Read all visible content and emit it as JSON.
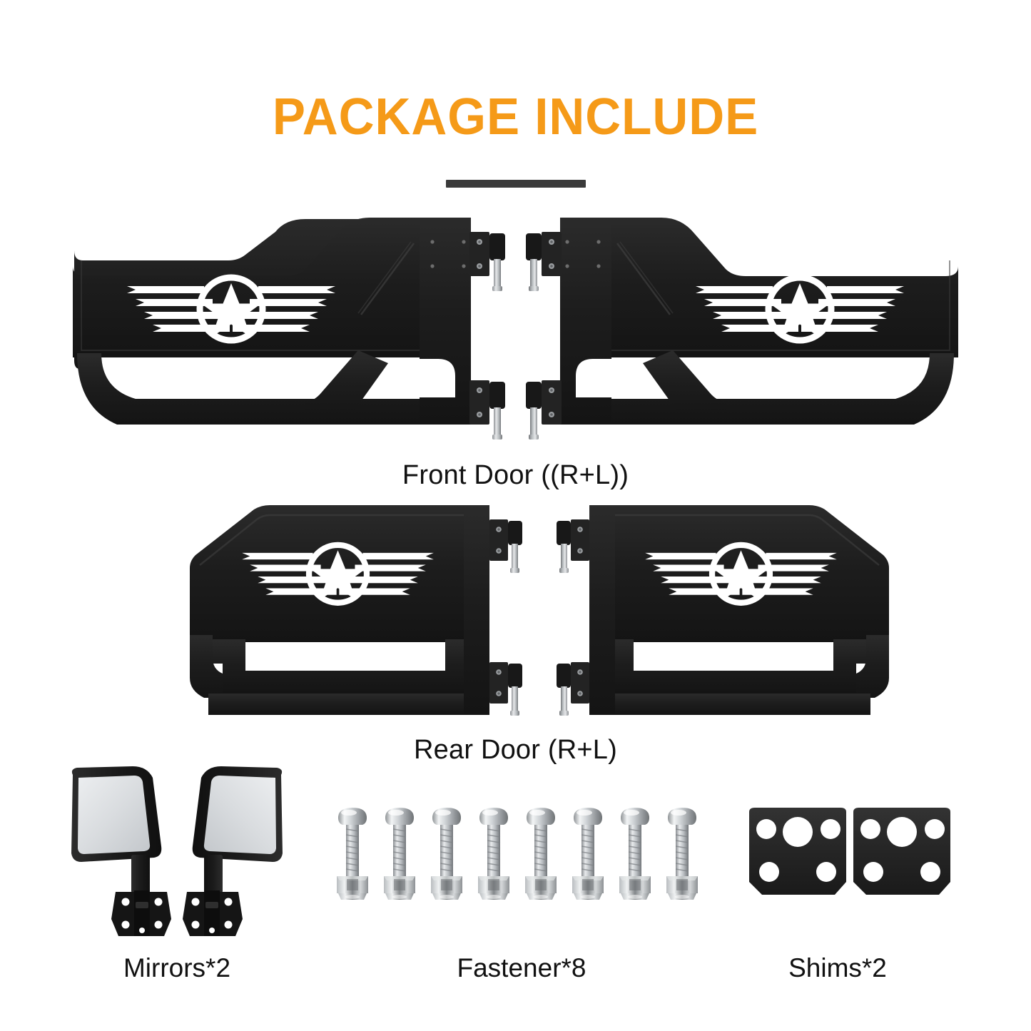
{
  "header": {
    "title": "PACKAGE INCLUDE",
    "accent_color": "#F59A18",
    "divider_color": "#3a3a3a"
  },
  "background_color": "#ffffff",
  "text_color": "#111111",
  "parts": [
    {
      "id": "front-door",
      "caption": "Front Door ((R+L))",
      "quantity": 2,
      "sides": [
        "L",
        "R"
      ],
      "emblem": "star-and-wings",
      "color": "#1a1a1a"
    },
    {
      "id": "rear-door",
      "caption": "Rear Door (R+L)",
      "quantity": 2,
      "sides": [
        "L",
        "R"
      ],
      "emblem": "star-and-wings",
      "color": "#1a1a1a"
    },
    {
      "id": "mirrors",
      "caption": "Mirrors*2",
      "quantity": 2,
      "color": "#1b1b1b",
      "glass_color": "#d8dadc"
    },
    {
      "id": "fasteners",
      "caption": "Fastener*8",
      "quantity": 8,
      "color": "#c9ccd0"
    },
    {
      "id": "shims",
      "caption": "Shims*2",
      "quantity": 2,
      "color": "#2a2a2a",
      "holes_per_shim": 5
    }
  ]
}
